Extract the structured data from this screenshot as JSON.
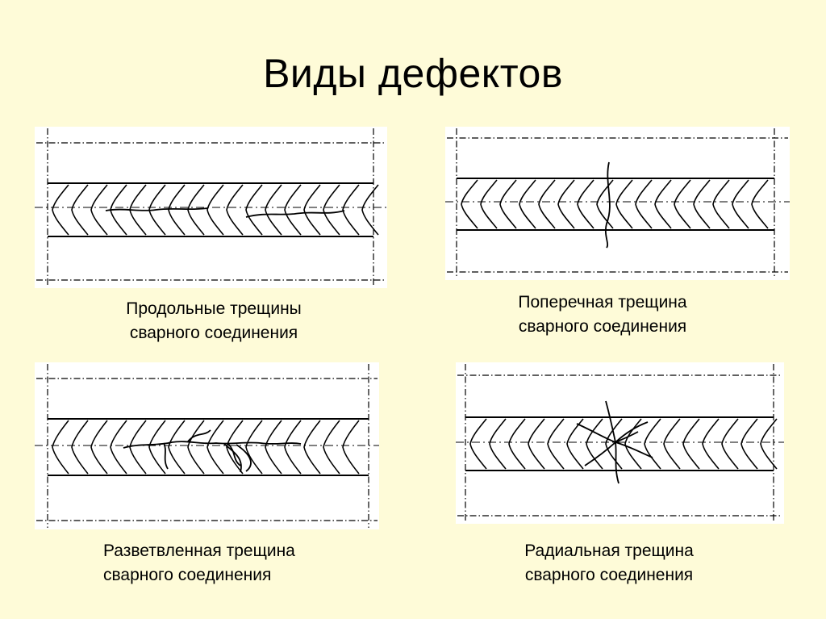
{
  "title": "Виды дефектов",
  "panels": [
    {
      "line1": "Продольные трещины",
      "line2": "сварного соединения"
    },
    {
      "line1": "Поперечная трещина",
      "line2": "сварного соединения"
    },
    {
      "line1": "Разветвленная трещина",
      "line2": "сварного соединения"
    },
    {
      "line1": "Радиальная трещина",
      "line2": "сварного соединения"
    }
  ]
}
